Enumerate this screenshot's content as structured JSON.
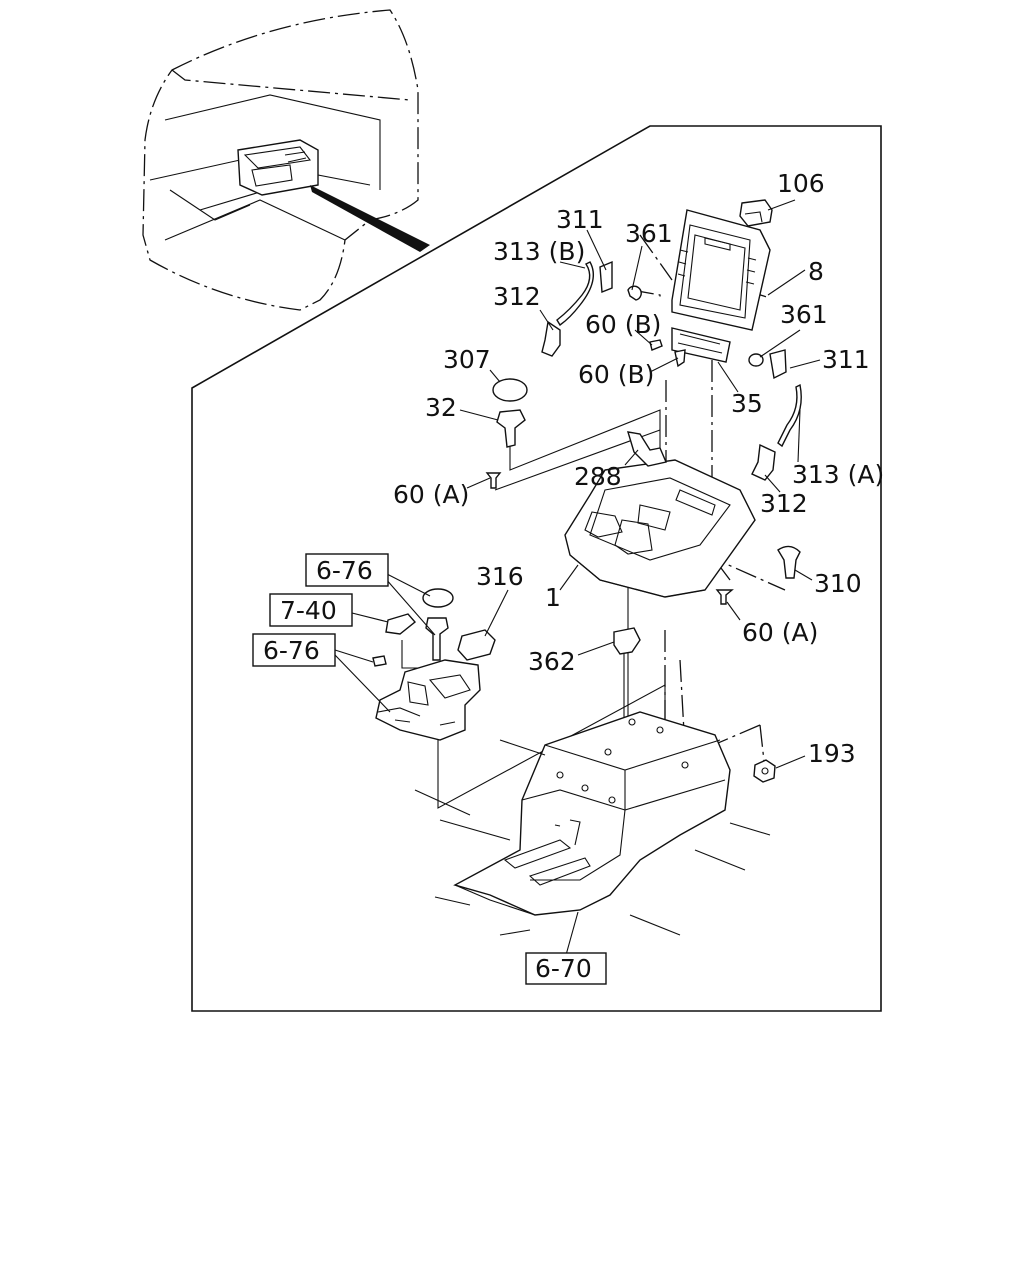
{
  "diagram": {
    "callouts": {
      "p106": "106",
      "p311a": "311",
      "p361a": "361",
      "p313b": "313 (B)",
      "p8": "8",
      "p312a": "312",
      "p60b1": "60 (B)",
      "p361b": "361",
      "p307": "307",
      "p311b": "311",
      "p60b2": "60 (B)",
      "p35": "35",
      "p32": "32",
      "p288": "288",
      "p313a": "313 (A)",
      "p60a1": "60 (A)",
      "p312b": "312",
      "p310": "310",
      "p1": "1",
      "p316": "316",
      "p60a2": "60 (A)",
      "p362": "362",
      "p193": "193"
    },
    "references": {
      "r676a": "6-76",
      "r740": "7-40",
      "r676b": "6-76",
      "r670": "6-70"
    }
  }
}
